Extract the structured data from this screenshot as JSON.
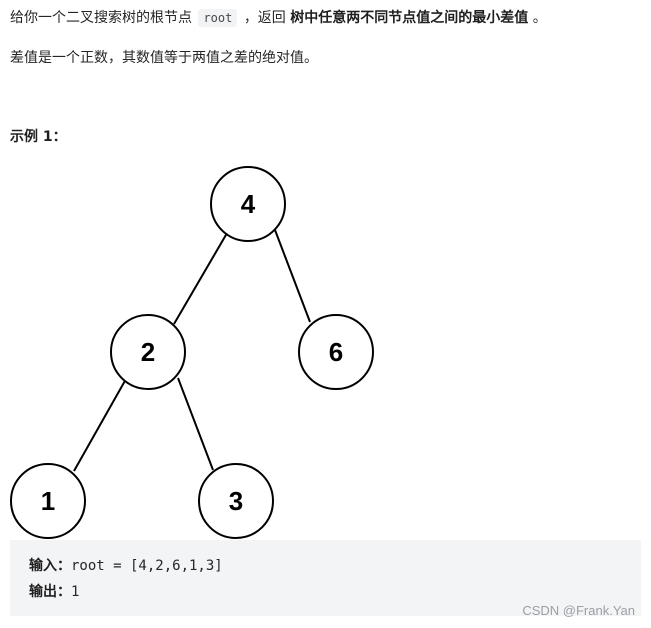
{
  "problem": {
    "p1_prefix": "给你一个二叉搜索树的根节点",
    "p1_code": "root",
    "p1_mid": "，返回",
    "p1_bold": "树中任意两不同节点值之间的最小差值",
    "p1_suffix": "。",
    "p2": "差值是一个正数，其数值等于两值之差的绝对值。"
  },
  "example": {
    "title": "示例 1：",
    "tree_nodes": [
      "4",
      "2",
      "6",
      "1",
      "3"
    ],
    "input_label": "输入：",
    "input_value": "root = [4,2,6,1,3]",
    "output_label": "输出：",
    "output_value": "1"
  },
  "watermark": "CSDN @Frank.Yan"
}
